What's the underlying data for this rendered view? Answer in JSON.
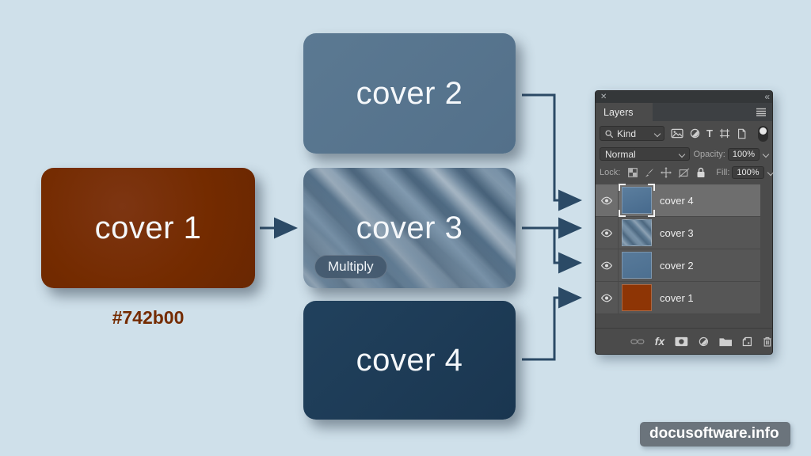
{
  "colors": {
    "background": "#cfe0ea",
    "arrow": "#2b4a66",
    "cover1": "#742b00",
    "cover2": "#57748d",
    "cover3_base": "#5d7a93",
    "cover4": "#1d3a52",
    "hex_text": "#742b00",
    "panel_bg": "#4b4b4b",
    "selected_row": "#6e6e6e",
    "watermark_bg": "#6b747c"
  },
  "cards": {
    "cover1": {
      "label": "cover 1",
      "hex_label": "#742b00"
    },
    "cover2": {
      "label": "cover 2"
    },
    "cover3": {
      "label": "cover 3",
      "badge": "Multiply"
    },
    "cover4": {
      "label": "cover 4"
    }
  },
  "panel": {
    "icons": {
      "close": "✕",
      "collapse": "«",
      "type_filter": "T",
      "fx": "fx"
    },
    "tab": "Layers",
    "kind_label": "Kind",
    "blend_mode": "Normal",
    "opacity_label": "Opacity:",
    "opacity_value": "100%",
    "lock_label": "Lock:",
    "fill_label": "Fill:",
    "fill_value": "100%",
    "layers": [
      {
        "name": "cover 4",
        "selected": true
      },
      {
        "name": "cover 3",
        "selected": false
      },
      {
        "name": "cover 2",
        "selected": false
      },
      {
        "name": "cover 1",
        "selected": false
      }
    ]
  },
  "watermark": "docusoftware.info"
}
